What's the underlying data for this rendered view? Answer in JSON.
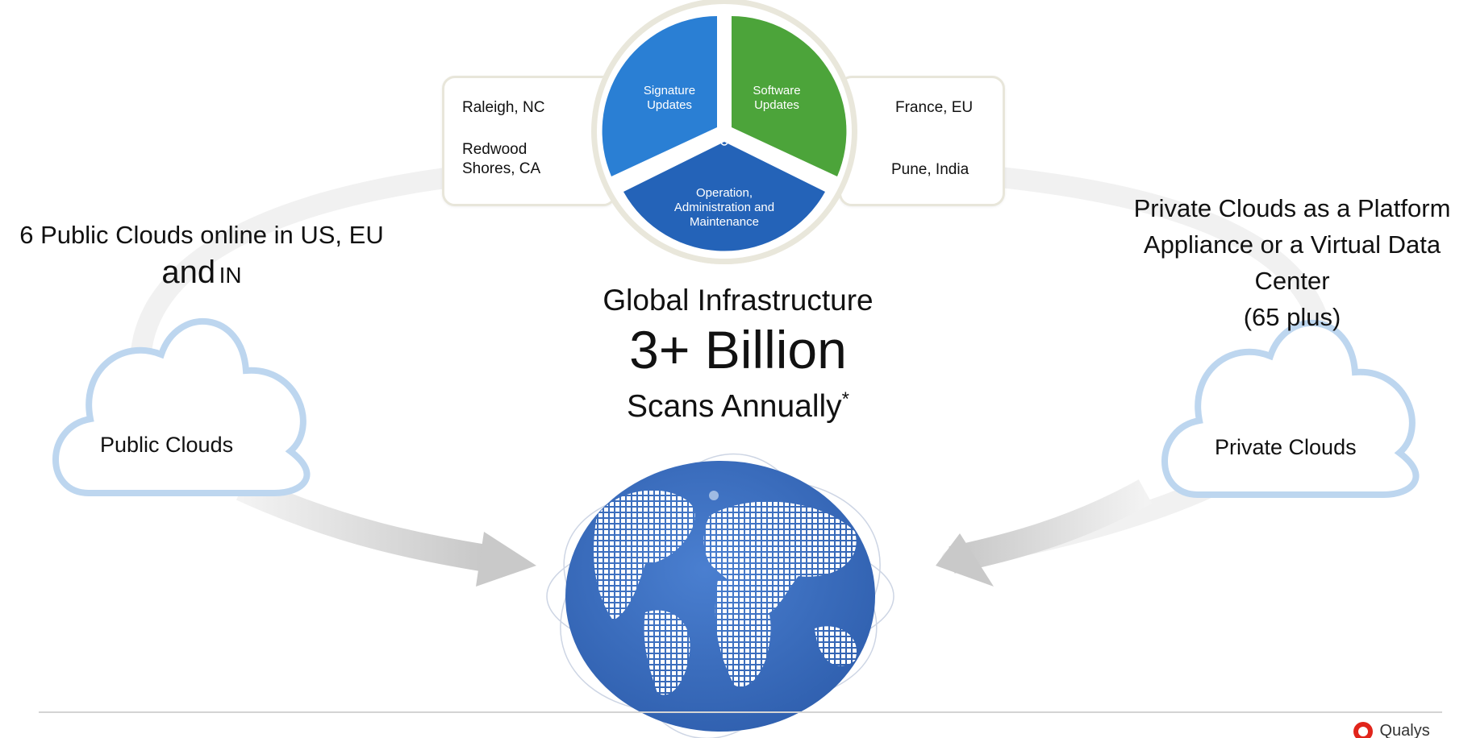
{
  "center_wheel": {
    "segments": [
      {
        "label": "Signature Updates",
        "color": "#2a7fd4"
      },
      {
        "label": "Software Updates",
        "color": "#4ca43a"
      },
      {
        "label": "Operation, Administration and Maintenance",
        "color": "#2463b8"
      }
    ]
  },
  "left_panel": {
    "locations": [
      "Raleigh, NC",
      "Redwood Shores, CA"
    ]
  },
  "right_panel": {
    "locations": [
      "France, EU",
      "Pune, India"
    ]
  },
  "public_side": {
    "description_line1": "6 Public Clouds online in US, EU",
    "description_and": "and",
    "description_in": "IN",
    "cloud_label": "Public Clouds"
  },
  "private_side": {
    "description_lines": [
      "Private Clouds as a Platform",
      "Appliance or a Virtual Data",
      "Center",
      "(65 plus)"
    ],
    "cloud_label": "Private Clouds"
  },
  "headline": {
    "line1": "Global Infrastructure",
    "big": "3+ Billion",
    "line3": "Scans Annually",
    "footnote_mark": "*"
  },
  "brand": {
    "name": "Qualys",
    "color": "#e1251b"
  },
  "colors": {
    "globe": "#3b6fc1",
    "cloud_outline": "#bcd5ee",
    "arrow": "#cdcdcd"
  }
}
